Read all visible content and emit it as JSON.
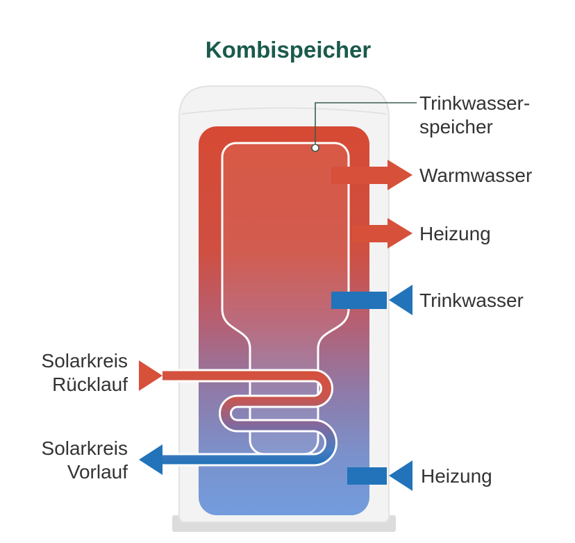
{
  "title": "Kombispeicher",
  "colors": {
    "title_green": "#1a5a4c",
    "label_text": "#333333",
    "red": "#d6503a",
    "blue": "#2273b9",
    "gradient_top": "#d64a34",
    "gradient_bottom": "#739cde",
    "tank_shell": "#f3f3f3",
    "tank_border": "#e2e2e2",
    "pointer_line": "#3a5c4f"
  },
  "labels": {
    "tank_pointer_line1": "Trinkwasser-",
    "tank_pointer_line2": "speicher",
    "warmwasser": "Warmwasser",
    "heizung_supply": "Heizung",
    "trinkwasser": "Trinkwasser",
    "heizung_return": "Heizung",
    "solar_return_line1": "Solarkreis",
    "solar_return_line2": "Rücklauf",
    "solar_flow_line1": "Solarkreis",
    "solar_flow_line2": "Vorlauf"
  }
}
